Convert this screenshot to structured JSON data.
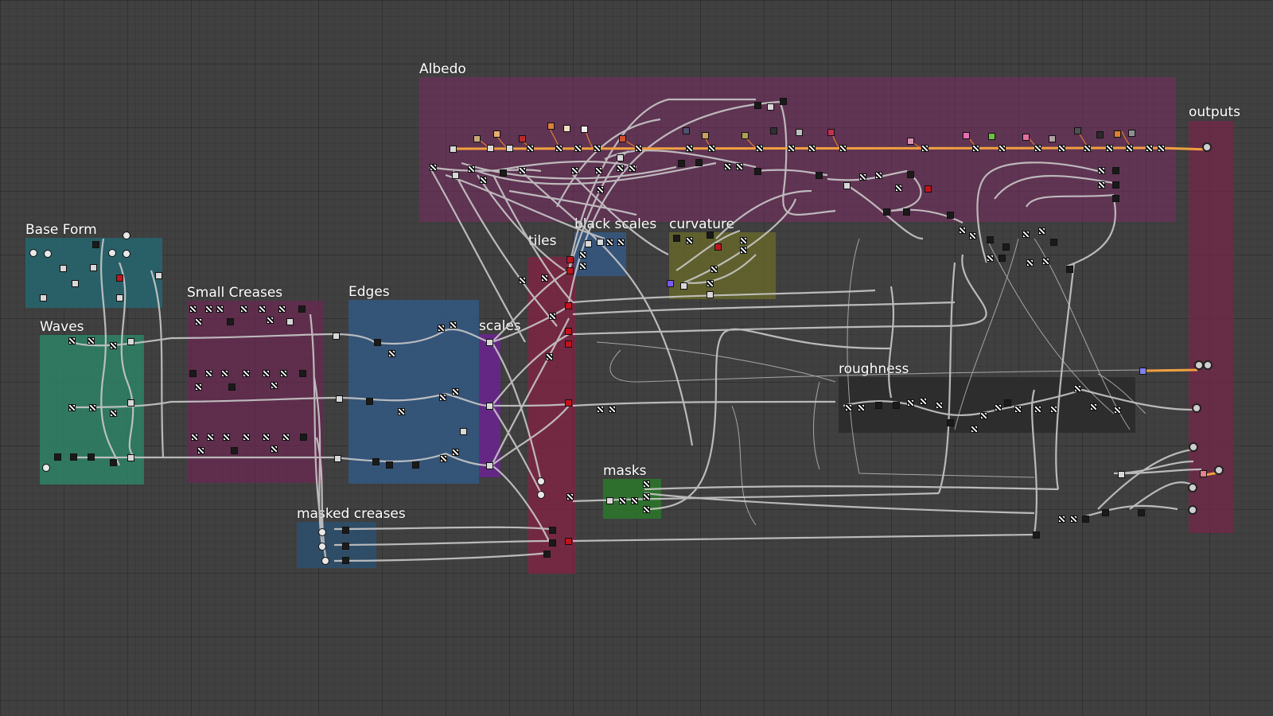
{
  "frames": {
    "albedo": "Albedo",
    "outputs": "outputs",
    "base_form": "Base Form",
    "waves": "Waves",
    "small_creases": "Small Creases",
    "edges": "Edges",
    "scales": "scales",
    "tiles": "tiles",
    "black_scales": "black scales",
    "curvature": "curvature",
    "roughness": "roughness",
    "masks": "masks",
    "masked_creases": "masked creases"
  },
  "colors": {
    "background": "#404040",
    "albedo_frame": "#5a2a4a",
    "outputs_frame": "#6a2640",
    "base_form_frame": "#2a5b62",
    "waves_frame": "#2f7a63",
    "small_creases_frame": "#5d2f47",
    "edges_frame": "#345478",
    "scales_frame": "#5e2a7a",
    "tiles_frame": "#6a2540",
    "black_scales_frame": "#3a587a",
    "curvature_frame": "#5d5f2c",
    "roughness_frame": "#2d2d2d",
    "masks_frame": "#2f6d2e",
    "masked_creases_frame": "#2f4f6a",
    "wire": "#c8c8c8",
    "wire_highlight": "#f0a040"
  }
}
